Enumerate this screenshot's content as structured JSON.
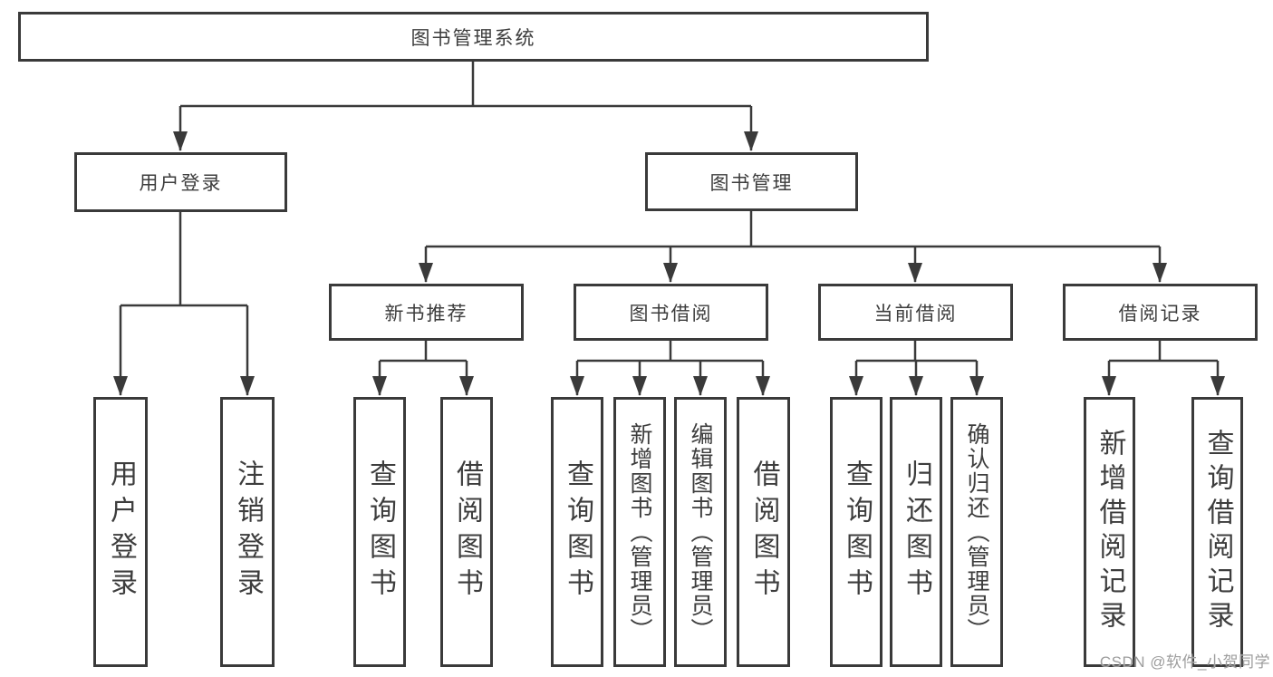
{
  "diagram": {
    "type": "hierarchy-tree",
    "title": "图书管理系统",
    "level2": {
      "user_login": "用户登录",
      "book_management": "图书管理"
    },
    "level3": {
      "new_book_recommend": "新书推荐",
      "book_borrowing": "图书借阅",
      "current_borrowing": "当前借阅",
      "borrowing_records": "借阅记录"
    },
    "leaves": {
      "user_login": "用户登录",
      "logout": "注销登录",
      "query_books_recommend": "查询图书",
      "borrow_books_recommend": "借阅图书",
      "query_books_borrowing": "查询图书",
      "add_books_admin": "新增图书（管理员）",
      "edit_books_admin": "编辑图书（管理员）",
      "borrow_books_borrowing": "借阅图书",
      "query_books_current": "查询图书",
      "return_books": "归还图书",
      "confirm_return_admin": "确认归还（管理员）",
      "add_borrow_record": "新增借阅记录",
      "query_borrow_record": "查询借阅记录"
    },
    "structure": {
      "图书管理系统": {
        "用户登录": [
          "用户登录",
          "注销登录"
        ],
        "图书管理": {
          "新书推荐": [
            "查询图书",
            "借阅图书"
          ],
          "图书借阅": [
            "查询图书",
            "新增图书（管理员）",
            "编辑图书（管理员）",
            "借阅图书"
          ],
          "当前借阅": [
            "查询图书",
            "归还图书",
            "确认归还（管理员）"
          ],
          "借阅记录": [
            "新增借阅记录",
            "查询借阅记录"
          ]
        }
      }
    }
  },
  "watermark": "CSDN @软件_小贺同学",
  "colors": {
    "line": "#3a3a3a",
    "box_border": "#3a3a3a",
    "text": "#3d3d3d",
    "background": "#ffffff",
    "watermark": "#9d9d9d"
  }
}
